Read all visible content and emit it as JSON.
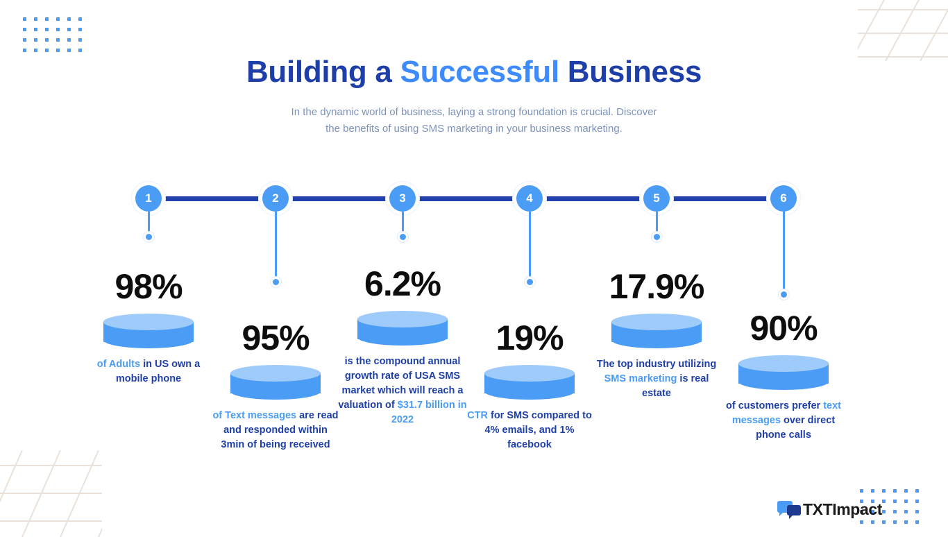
{
  "header": {
    "title_part1": "Building a ",
    "title_highlight": "Successful",
    "title_part2": " Business",
    "subtitle_line1": "In the dynamic world of business, laying a strong foundation is crucial. Discover",
    "subtitle_line2": "the benefits of using SMS marketing in your business marketing."
  },
  "colors": {
    "navy": "#1f3fa8",
    "accent_blue": "#4a9cf5",
    "line_navy": "#2341ad",
    "cylinder_top": "#9ecbfa",
    "cylinder_body": "#4a9cf5",
    "subtitle": "#7b92ba",
    "number_black": "#0d0d0d",
    "lattice_beige": "#e7ddd4"
  },
  "timeline": {
    "nodes": [
      "1",
      "2",
      "3",
      "4",
      "5",
      "6"
    ]
  },
  "stats": [
    {
      "index": "1",
      "number": "98%",
      "desc_parts": [
        {
          "text": "of Adults ",
          "highlight": true
        },
        {
          "text": "in US own a mobile phone",
          "highlight": false
        }
      ]
    },
    {
      "index": "2",
      "number": "95%",
      "desc_parts": [
        {
          "text": "of Text messages ",
          "highlight": true
        },
        {
          "text": "are read and responded within 3min of being received",
          "highlight": false
        }
      ]
    },
    {
      "index": "3",
      "number": "6.2%",
      "desc_parts": [
        {
          "text": "is the compound annual  growth rate of USA SMS market which will reach a valuation of ",
          "highlight": false
        },
        {
          "text": "$31.7 billion in 2022",
          "highlight": true
        }
      ]
    },
    {
      "index": "4",
      "number": "19%",
      "desc_parts": [
        {
          "text": "CTR ",
          "highlight": true
        },
        {
          "text": "for SMS compared to 4% emails, and 1% facebook",
          "highlight": false
        }
      ]
    },
    {
      "index": "5",
      "number": "17.9%",
      "desc_parts": [
        {
          "text": "The top industry utilizing ",
          "highlight": false
        },
        {
          "text": "SMS marketing ",
          "highlight": true
        },
        {
          "text": "is real estate",
          "highlight": false
        }
      ]
    },
    {
      "index": "6",
      "number": "90%",
      "desc_parts": [
        {
          "text": "of customers prefer ",
          "highlight": false
        },
        {
          "text": "text messages ",
          "highlight": true
        },
        {
          "text": "over direct phone calls",
          "highlight": false
        }
      ]
    }
  ],
  "logo": {
    "name": "TXTImpact"
  }
}
